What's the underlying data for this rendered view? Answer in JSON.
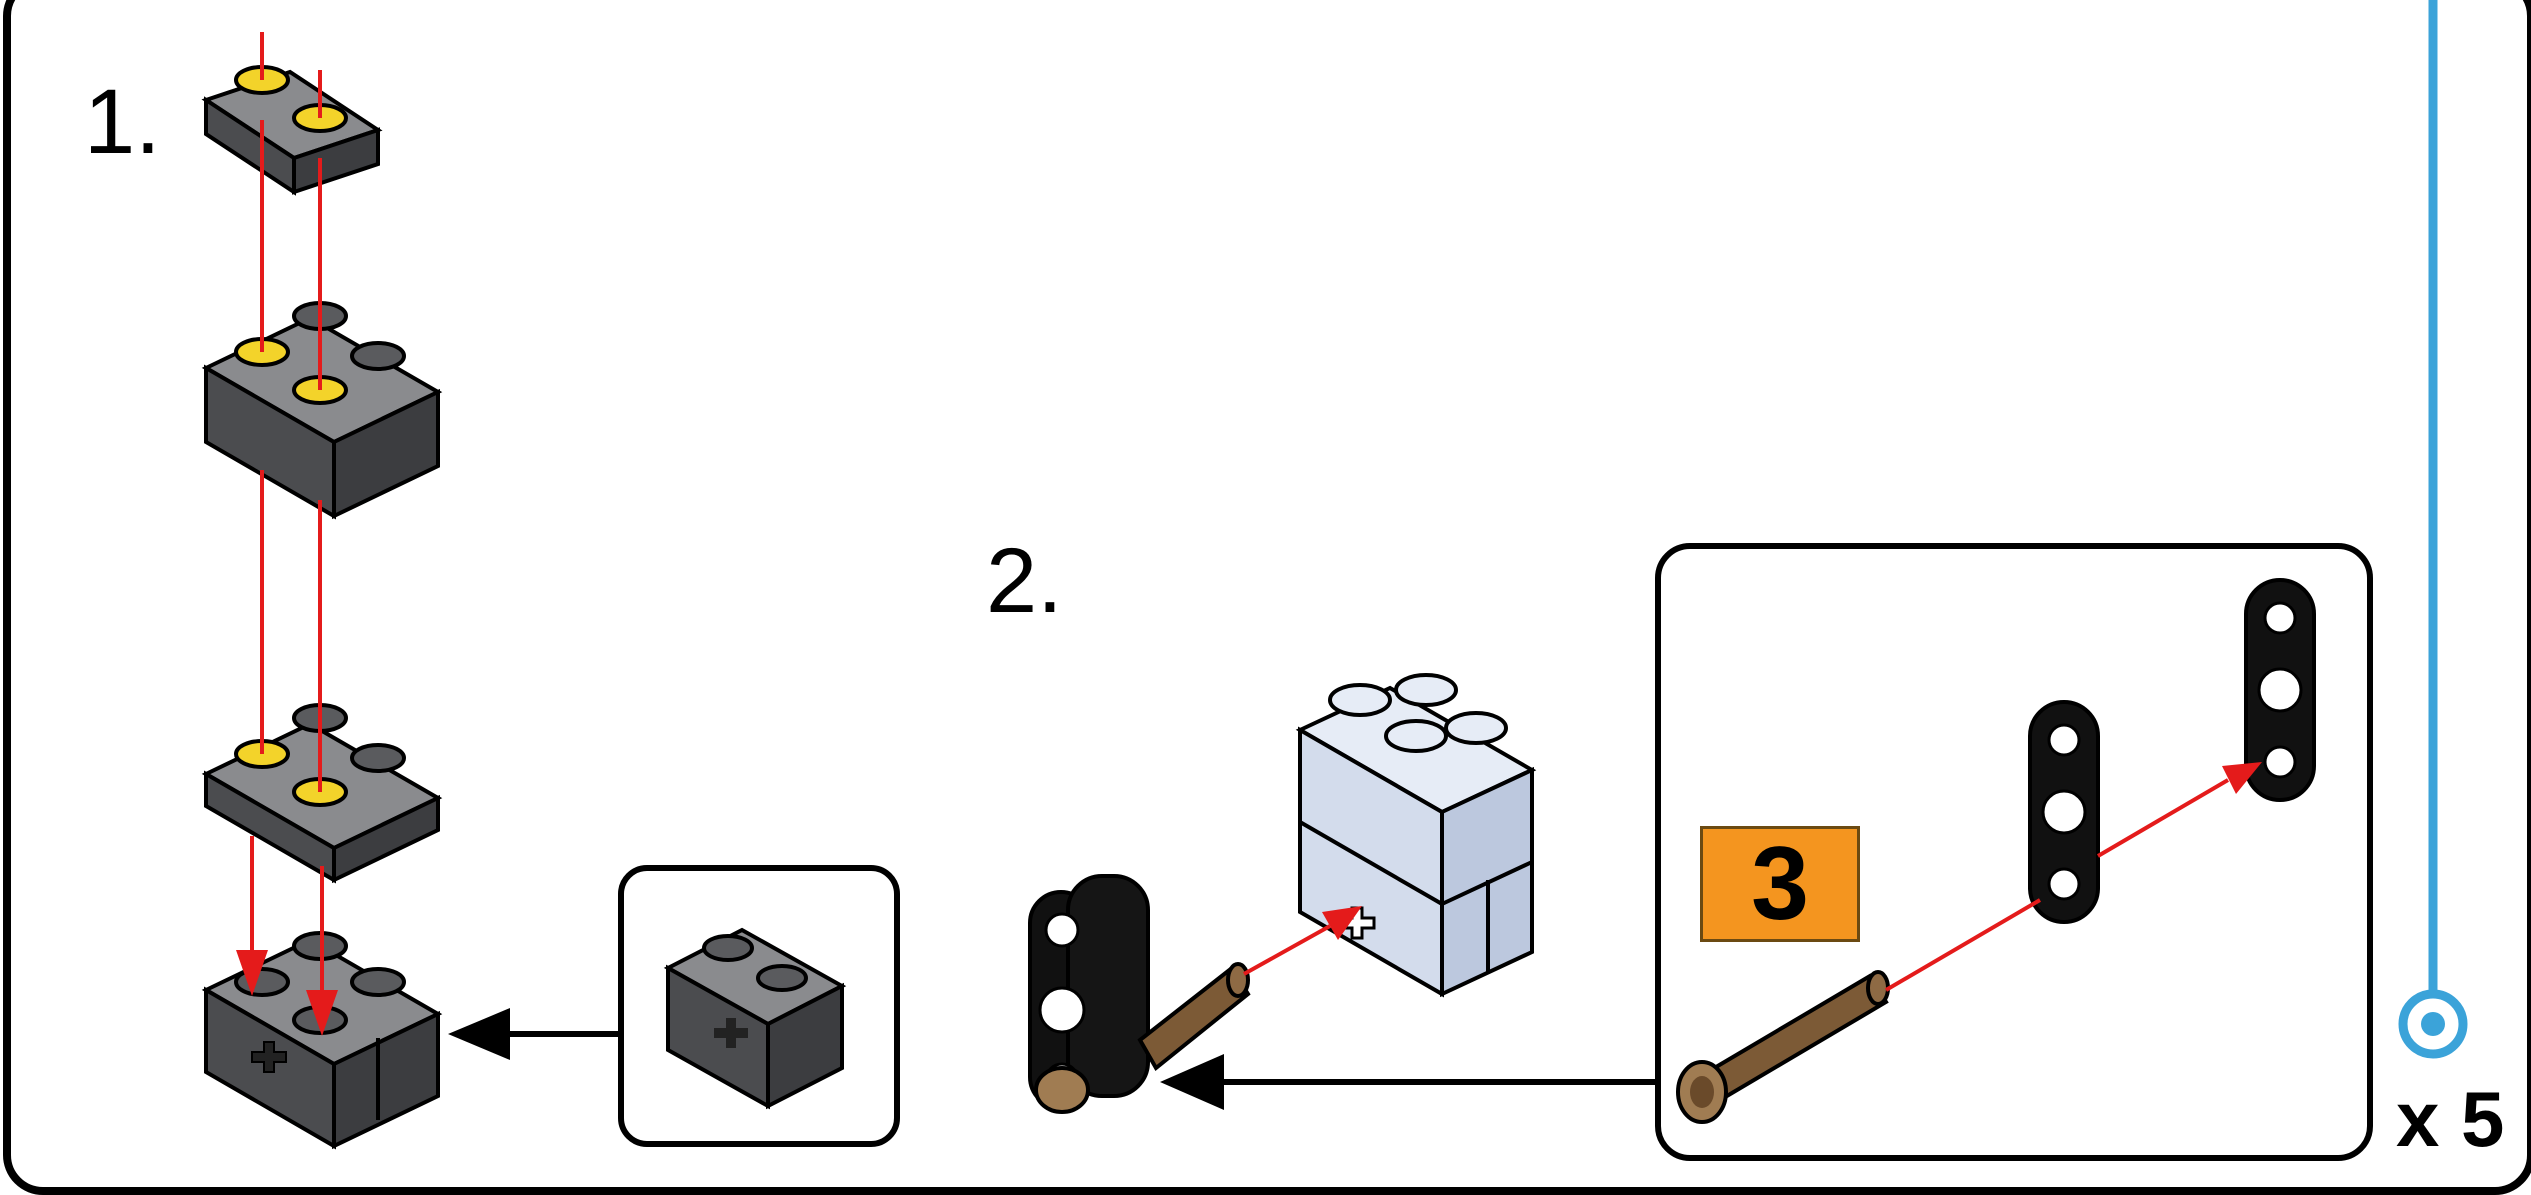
{
  "step_one": {
    "number": "1."
  },
  "step_two": {
    "number": "2."
  },
  "callout": {
    "quantity": "3"
  },
  "repeat": {
    "multiplier": "x 5"
  },
  "colors": {
    "frame": "#000000",
    "dark_brick": "#5a5b5e",
    "light_brick": "#d3dcec",
    "stud_highlight": "#f3d32a",
    "arrow_red": "#e41b1b",
    "axle_pin": "#7c5a36",
    "badge_orange": "#f4951f",
    "connector_blue": "#3ba3d9"
  },
  "icons": [
    "plate-1x2-icon",
    "brick-2x2-icon",
    "plate-2x2-icon",
    "technic-brick-icon",
    "technic-liftarm-icon",
    "axle-pin-icon",
    "light-brick-icon",
    "assembly-arrow-icon",
    "connector-end-icon"
  ]
}
